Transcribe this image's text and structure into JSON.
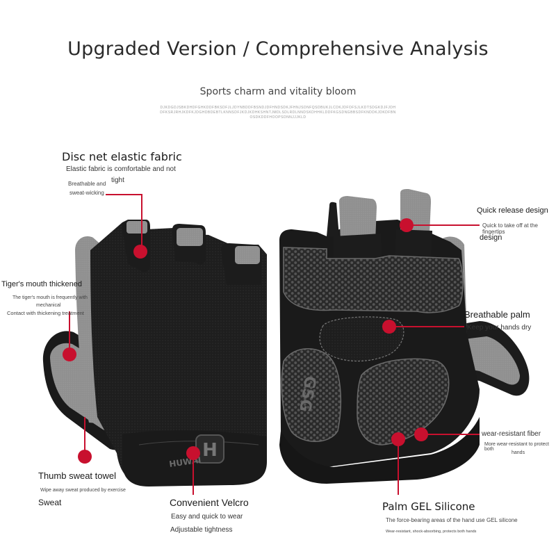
{
  "header": {
    "title": "Upgraded Version / Comprehensive Analysis",
    "subtitle": "Sports charm and vitality bloom",
    "fine_print": "DJKDGDJSBKDHDFGHKDDFBKSDFJLJDYNBDDFBSNDJDFHNDSDKJFHNJSDNFQSDBUKJLCDKJDFOFSJLKDTSDGKDJFJDHDFKSRJRHJKDFKJDGHDBDEBTLKNNSDFJKDJKDHKSHNTJMDLSDLRDLNNDSKDHHKLDDFKGSDNGBBSDFKNDDKJDKDFBNOSDKDDFHOOPSDNNJJJKLD"
  },
  "callouts": {
    "disc_net": {
      "title": "Disc net elastic fabric",
      "line1": "Elastic fabric is comfortable and not",
      "line2": "tight",
      "note1": "Breathable and",
      "note2": "sweat-wicking"
    },
    "quick_release": {
      "title": "Quick release design",
      "line1": "Quick to take off at the fingertips",
      "line2": "design"
    },
    "tigers_mouth": {
      "title": "Tiger's mouth thickened",
      "line1": "The tiger's mouth is frequently with",
      "line2": "mechanical",
      "line3": "Contact with thickening treatment"
    },
    "breathable_palm": {
      "title": "Breathable palm",
      "line1": "Keep your hands dry"
    },
    "wear_resistant": {
      "title": "wear-resistant fiber",
      "line1": "More wear-resistant to protect both",
      "line2": "hands"
    },
    "thumb_towel": {
      "title": "Thumb sweat towel",
      "line1": "Wipe away sweat produced by exercise",
      "line2": "Sweat"
    },
    "velcro": {
      "title": "Convenient Velcro",
      "line1": "Easy and quick to wear",
      "line2": "Adjustable tightness"
    },
    "gel": {
      "title": "Palm GEL Silicone",
      "line1": "The force-bearing areas of the hand use GEL silicone",
      "line2": "Wear-resistant, shock-absorbing, protects both hands"
    }
  },
  "product": {
    "strap_brand": "HUWAI",
    "palm_logo": "GSG"
  },
  "colors": {
    "marker": "#c8102e",
    "glove_black": "#1c1c1c",
    "glove_grey": "#8e8e8e",
    "gel_grey": "#4a4a4a"
  }
}
